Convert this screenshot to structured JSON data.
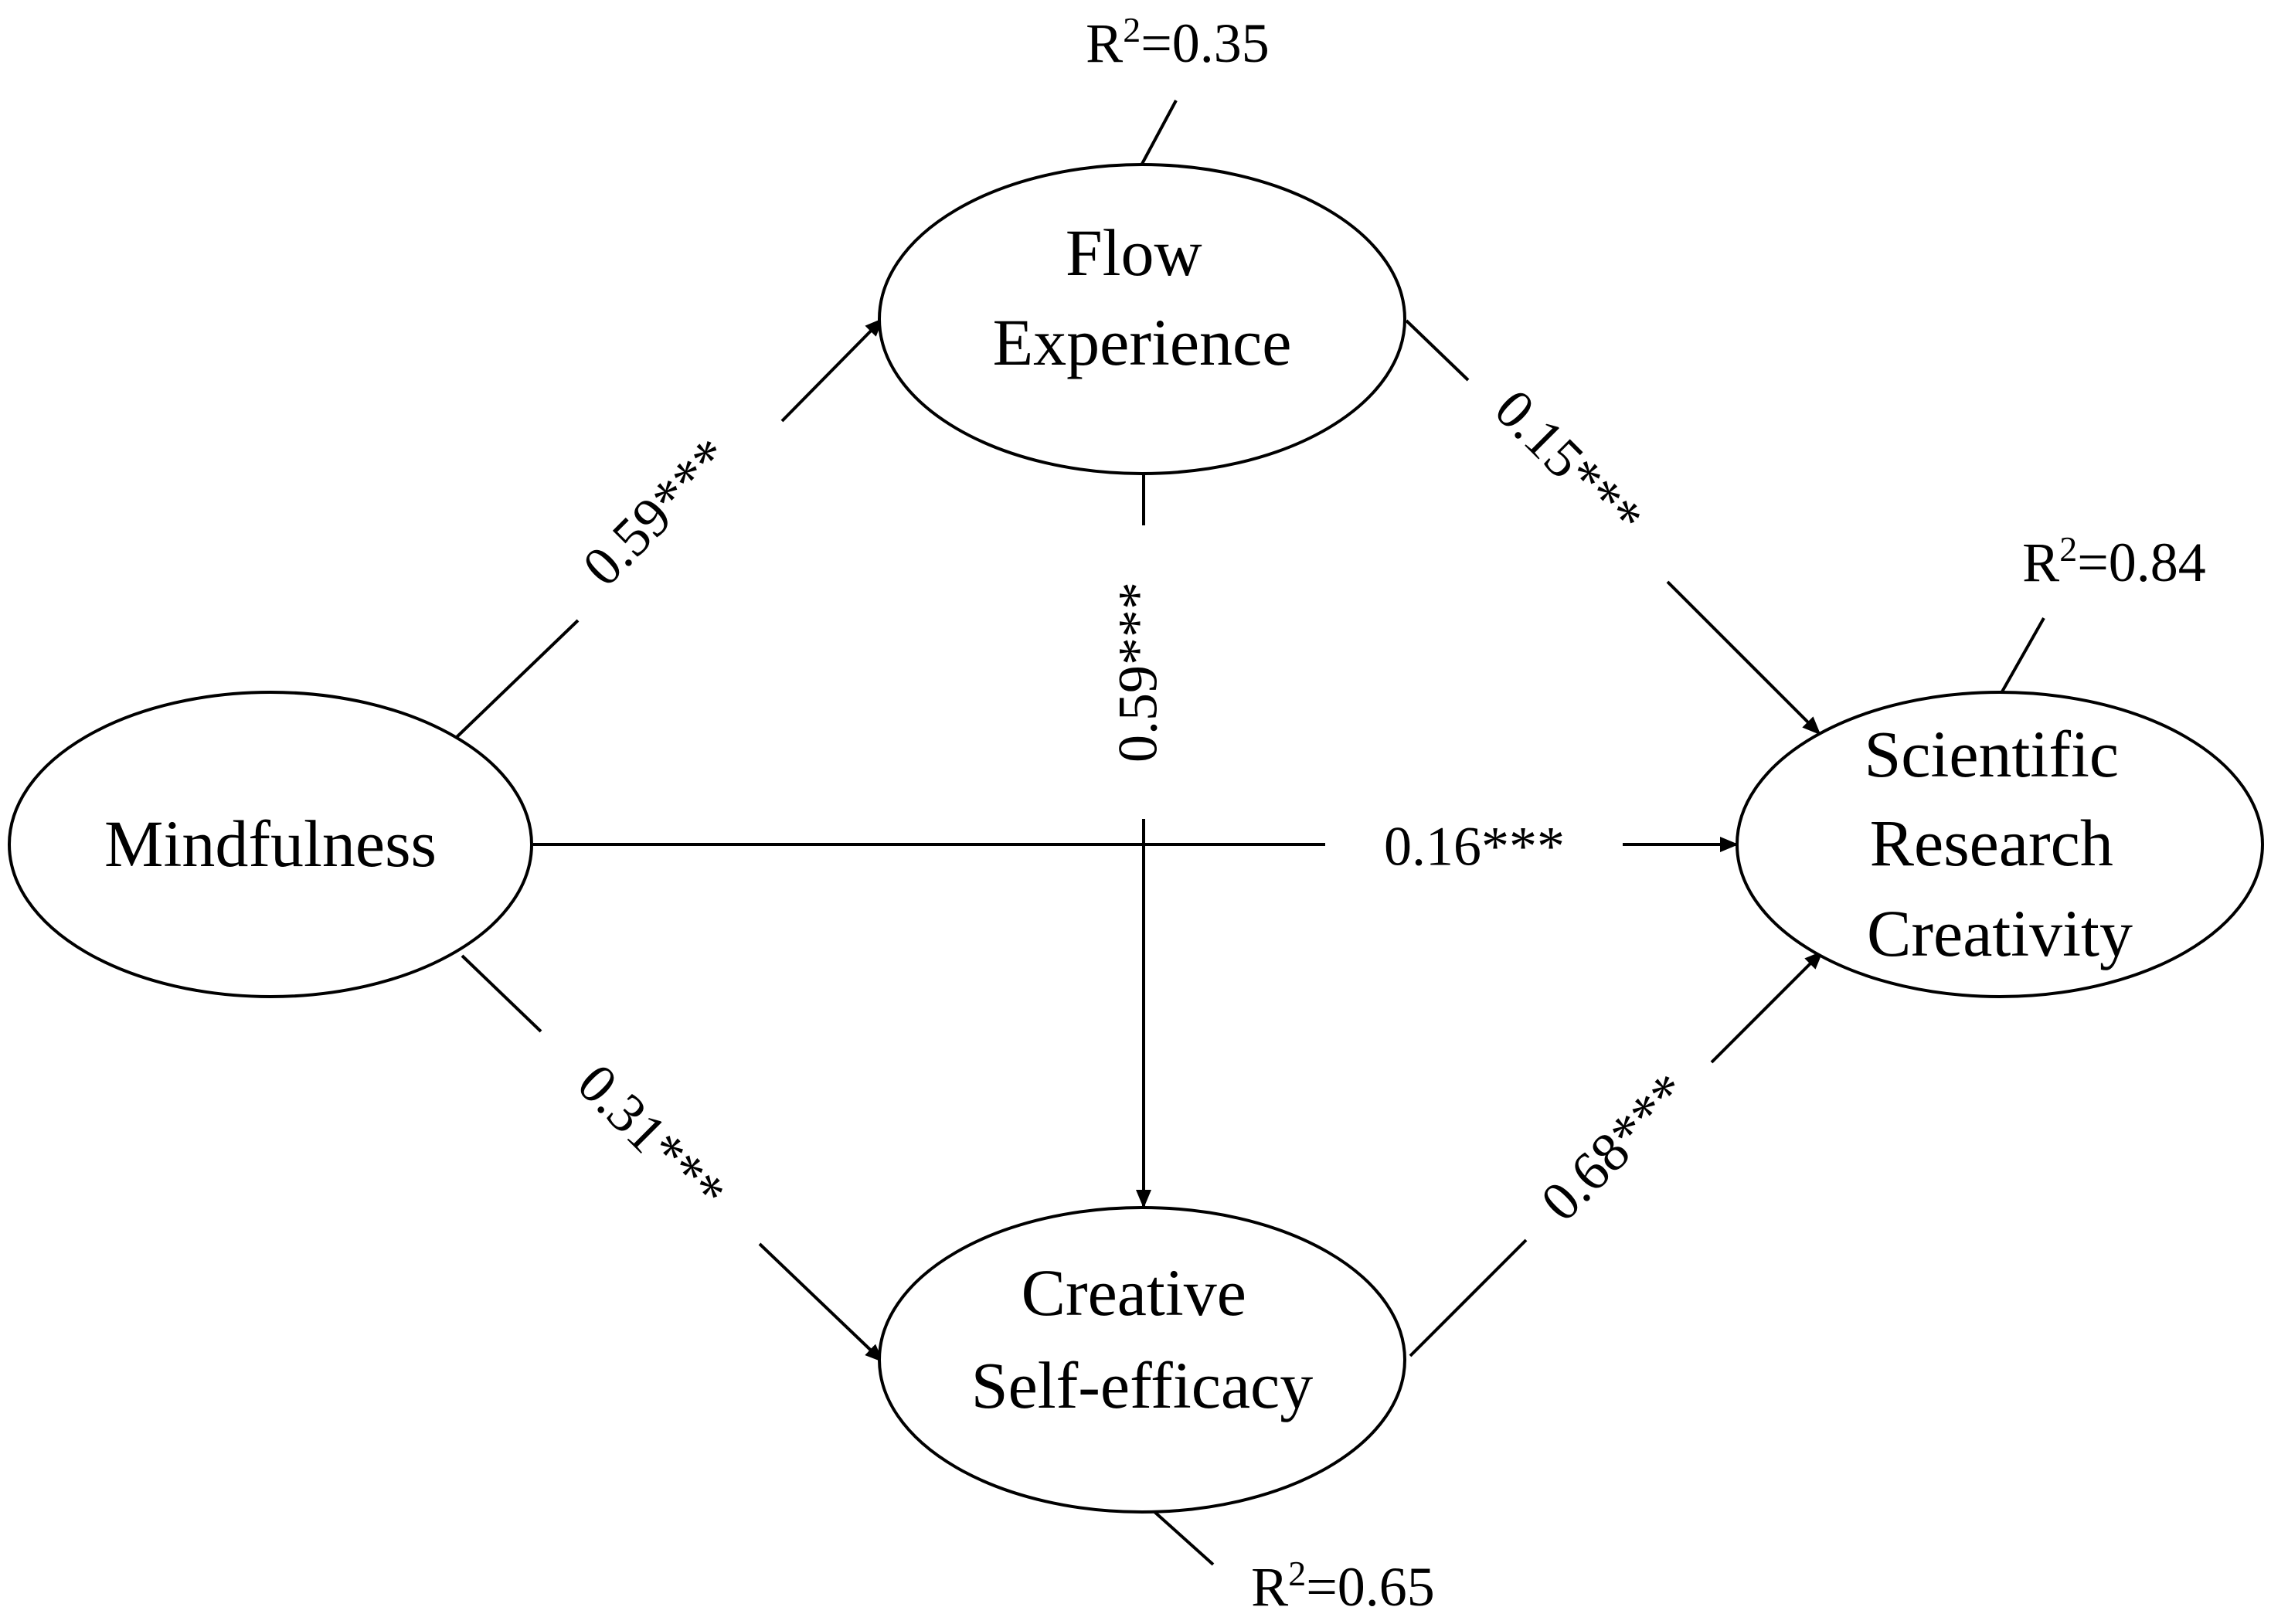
{
  "nodes": {
    "mindfulness": {
      "lines": [
        "Mindfulness"
      ]
    },
    "flow": {
      "lines": [
        "Flow",
        "Experience"
      ]
    },
    "selfefficacy": {
      "lines": [
        "Creative",
        "Self-efficacy"
      ]
    },
    "creativity": {
      "lines": [
        "Scientific",
        "Research",
        "Creativity"
      ]
    }
  },
  "r_squared": {
    "flow": {
      "prefix": "R",
      "sup": "2",
      "value": "=0.35"
    },
    "creativity": {
      "prefix": "R",
      "sup": "2",
      "value": "=0.84"
    },
    "selfefficacy": {
      "prefix": "R",
      "sup": "2",
      "value": "=0.65"
    }
  },
  "paths": {
    "mind_flow": "0.59***",
    "flow_creat": "0.15***",
    "flow_self": "0.59***",
    "mind_creat": "0.16***",
    "mind_self": "0.31***",
    "self_creat": "0.68***"
  }
}
